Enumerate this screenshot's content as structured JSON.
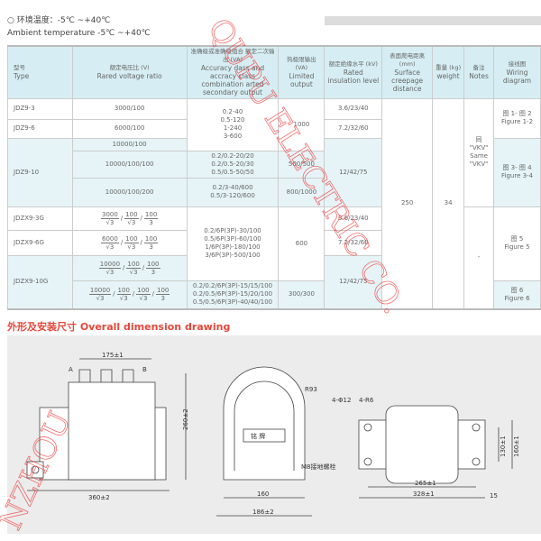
{
  "environment": {
    "cn": "○ 环境温度：-5℃ ~+40℃",
    "en": "Ambient temperature -5℃ ~+40℃"
  },
  "table": {
    "headers": [
      {
        "cn": "型号",
        "en": "Type"
      },
      {
        "cn": "额定电压比 (V)",
        "en": "Rared voltage ratio"
      },
      {
        "cn": "准确级或准确级组合 额定二次输出 (VA)",
        "en": "Accuracy dass and accracy class combination arted secondary output"
      },
      {
        "cn": "热极限输出 (VA)",
        "en": "Limited output"
      },
      {
        "cn": "额定绝缘水平 (kV)",
        "en": "Rated insulation level"
      },
      {
        "cn": "表面爬电距离 (mm)",
        "en": "Surface creepage distance"
      },
      {
        "cn": "重量 (kg)",
        "en": "weight"
      },
      {
        "cn": "备注",
        "en": "Notes"
      },
      {
        "cn": "接线图",
        "en": "Wiring diagram"
      }
    ],
    "types": [
      "JDZ9-3",
      "JDZ9-6",
      "JDZ9-10",
      "JDZX9-3G",
      "JDZX9-6G",
      "JDZX9-10G"
    ],
    "ratios": [
      "3000/100",
      "6000/100",
      "10000/100",
      "10000/100/100",
      "10000/100/200"
    ],
    "ratio_fracs": [
      [
        {
          "n": "3000",
          "d": "√3"
        },
        {
          "n": "100",
          "d": "√3"
        },
        {
          "n": "100",
          "d": "3"
        }
      ],
      [
        {
          "n": "6000",
          "d": "√3"
        },
        {
          "n": "100",
          "d": "√3"
        },
        {
          "n": "100",
          "d": "3"
        }
      ],
      [
        {
          "n": "10000",
          "d": "√3"
        },
        {
          "n": "100",
          "d": "√3"
        },
        {
          "n": "100",
          "d": "3"
        }
      ],
      [
        {
          "n": "10000",
          "d": "√3"
        },
        {
          "n": "100",
          "d": "√3"
        },
        {
          "n": "100",
          "d": "√3"
        },
        {
          "n": "100",
          "d": "3"
        }
      ]
    ],
    "accuracy": [
      [
        "0.2-40",
        "0.5-120",
        "1-240",
        "3-600"
      ],
      [
        "0.2/0.2-20/20",
        "0.2/0.5-20/30",
        "0.5/0.5-50/50"
      ],
      [
        "0.2/3-40/600",
        "0.5/3-120/600"
      ],
      [
        "0.2/6P(3P)-30/100",
        "0.5/6P(3P)-60/100",
        "1/6P(3P)-180/100",
        "3/6P(3P)-500/100"
      ],
      [
        "0.2/0.2/6P(3P)-15/15/100",
        "0.2/0.5/6P(3P)-15/20/100",
        "0.5/0.5/6P(3P)-40/40/100"
      ]
    ],
    "limited": [
      "1000",
      "500/500",
      "800/1000",
      "600",
      "300/300"
    ],
    "insulation": [
      "3.6/23/40",
      "7.2/32/60",
      "12/42/75",
      "3.6/23/40",
      "7.2/32/60",
      "12/42/75"
    ],
    "creepage": "250",
    "weight": "34",
    "notes": [
      [
        "同",
        "\"VKV\"",
        "Same",
        "\"VKV\""
      ],
      "-"
    ],
    "wiring": [
      [
        "图 1- 图 2",
        "Figure 1-2"
      ],
      [
        "图 3- 图 4",
        "Figure 3-4"
      ],
      [
        "图 5",
        "Figure 5"
      ],
      [
        "图 6",
        "Figure 6"
      ]
    ]
  },
  "section_title": "外形及安装尺寸  Overall dimension drawing",
  "dims": {
    "d175": "175±1",
    "d260": "260±2",
    "d360": "360±2",
    "r93": "R93",
    "plate": "铭  牌",
    "m8": "M8接地螺栓",
    "d160": "160",
    "d186": "186±2",
    "phi12": "4-Φ12",
    "r6": "4-R6",
    "d130": "130±1",
    "d160b": "160±1",
    "d265": "265±1",
    "d328": "328±1",
    "d15": "15",
    "a": "A",
    "b": "B"
  },
  "watermark": "QUPU ELECTRIC CO.",
  "watermark2": "NZHOU"
}
